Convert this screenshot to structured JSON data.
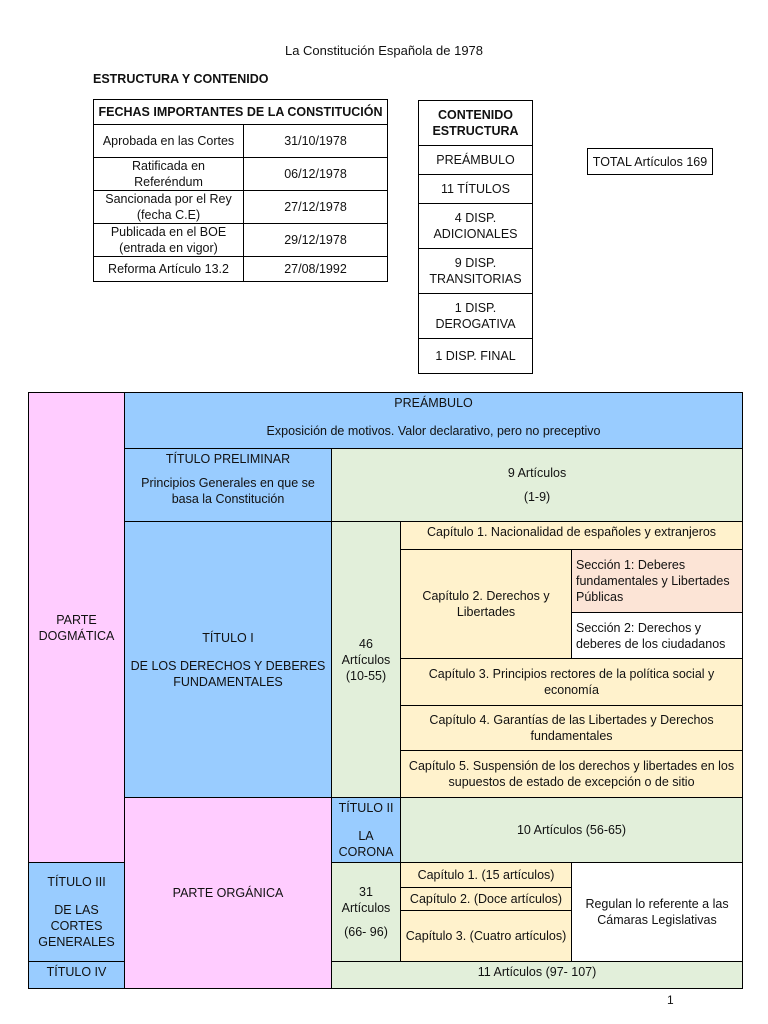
{
  "document": {
    "title": "La Constitución Española de 1978",
    "subtitle": "ESTRUCTURA Y CONTENIDO",
    "page_number": "1"
  },
  "dates_table": {
    "header": "FECHAS IMPORTANTES DE LA CONSTITUCIÓN",
    "rows": [
      {
        "label": "Aprobada en las Cortes",
        "date": "31/10/1978"
      },
      {
        "label": "Ratificada en Referéndum",
        "date": "06/12/1978"
      },
      {
        "label": "Sancionada por el Rey (fecha C.E)",
        "date": "27/12/1978"
      },
      {
        "label": "Publicada en el BOE (entrada en vigor)",
        "date": "29/12/1978"
      },
      {
        "label": "Reforma Artículo 13.2",
        "date": "27/08/1992"
      }
    ]
  },
  "content_table": {
    "header": "CONTENIDO ESTRUCTURA",
    "rows": [
      "PREÁMBULO",
      "11 TÍTULOS",
      "4 DISP. ADICIONALES",
      "9 DISP. TRANSITORIAS",
      "1 DISP. DEROGATIVA",
      "1 DISP. FINAL"
    ]
  },
  "total": "TOTAL Artículos 169",
  "main": {
    "dogmatic_label": "PARTE DOGMÁTICA",
    "organic_label": "PARTE ORGÁNICA",
    "preamble": {
      "title": "PREÁMBULO",
      "text": "Exposición de motivos. Valor declarativo, pero no preceptivo"
    },
    "titulo_preliminar": {
      "title": "TÍTULO PRELIMINAR",
      "text": "Principios Generales en que se basa la Constitución",
      "articles": "9 Artículos",
      "range": "(1-9)"
    },
    "titulo_1": {
      "title": "TÍTULO I",
      "text": "DE LOS DERECHOS Y DEBERES FUNDAMENTALES",
      "articles": "46 Artículos (10-55)",
      "cap1": "Capítulo 1. Nacionalidad de españoles y extranjeros",
      "cap2": "Capítulo 2. Derechos y Libertades",
      "sec1": "Sección 1: Deberes fundamentales y Libertades Públicas",
      "sec2": "Sección 2: Derechos y deberes de los ciudadanos",
      "cap3": "Capítulo 3. Principios rectores de la política social y economía",
      "cap4": "Capítulo 4. Garantías de las Libertades y Derechos fundamentales",
      "cap5": "Capítulo 5. Suspensión de los derechos y libertades en los supuestos de estado de excepción o de sitio"
    },
    "titulo_2": {
      "title": "TÍTULO II",
      "text": "LA CORONA",
      "articles": "10 Artículos (56-65)"
    },
    "titulo_3": {
      "title": "TÍTULO III",
      "text": "DE LAS CORTES GENERALES",
      "articles_a": "31 Artículos",
      "articles_b": "(66- 96)",
      "cap1": "Capítulo 1. (15 artículos)",
      "cap2": "Capítulo 2. (Doce artículos)",
      "cap3": "Capítulo 3. (Cuatro artículos)",
      "note": "Regulan lo referente a las Cámaras Legislativas"
    },
    "titulo_4": {
      "title": "TÍTULO IV",
      "articles": "11 Artículos (97- 107)"
    }
  }
}
